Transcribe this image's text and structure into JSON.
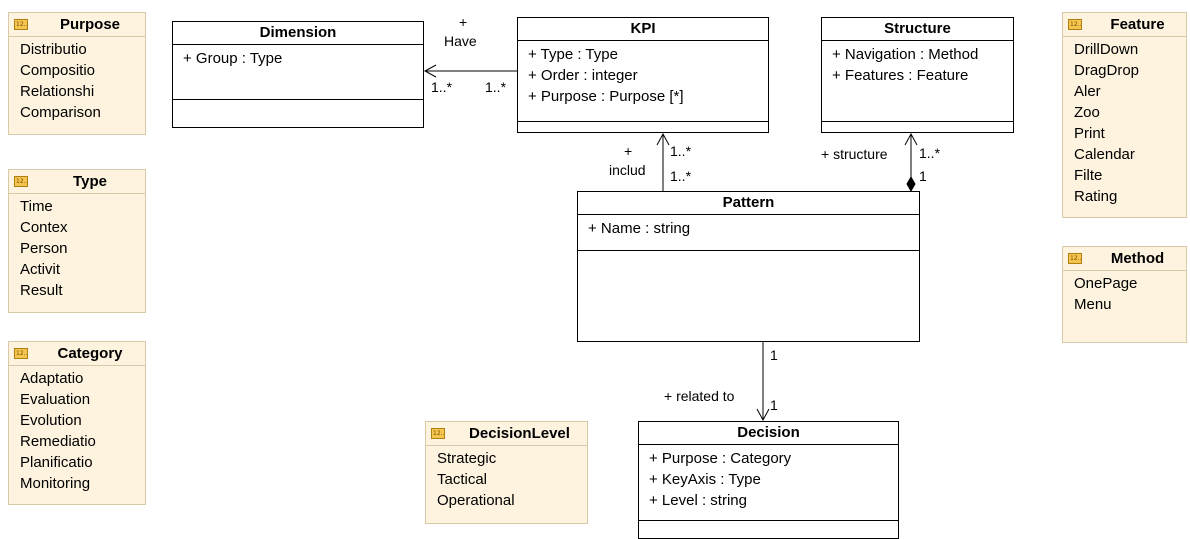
{
  "classes": {
    "dimension": {
      "name": "Dimension",
      "attrs": [
        "+ Group : Type"
      ]
    },
    "kpi": {
      "name": "KPI",
      "attrs": [
        "+ Type : Type",
        "+ Order : integer",
        "+ Purpose : Purpose [*]"
      ]
    },
    "structure": {
      "name": "Structure",
      "attrs": [
        "+ Navigation : Method",
        "+ Features : Feature"
      ]
    },
    "pattern": {
      "name": "Pattern",
      "attrs": [
        "+ Name : string"
      ]
    },
    "decision": {
      "name": "Decision",
      "attrs": [
        "+ Purpose : Category",
        "+ KeyAxis : Type",
        "+ Level : string"
      ]
    }
  },
  "enums": {
    "purpose": {
      "name": "Purpose",
      "literals": [
        "Distributio",
        "Compositio",
        "Relationshi",
        "Comparison"
      ]
    },
    "type": {
      "name": "Type",
      "literals": [
        "Time",
        "Contex",
        "Person",
        "Activit",
        "Result"
      ]
    },
    "category": {
      "name": "Category",
      "literals": [
        "Adaptatio",
        "Evaluation",
        "Evolution",
        "Remediatio",
        "Planificatio",
        "Monitoring"
      ]
    },
    "decisionlevel": {
      "name": "DecisionLevel",
      "literals": [
        "Strategic",
        "Tactical",
        "Operational"
      ]
    },
    "feature": {
      "name": "Feature",
      "literals": [
        "DrillDown",
        "DragDrop",
        "Aler",
        "Zoo",
        "Print",
        "Calendar",
        "Filte",
        "Rating"
      ]
    },
    "method": {
      "name": "Method",
      "literals": [
        "OnePage",
        "Menu"
      ]
    }
  },
  "enum_icon_text": "12...",
  "labels": {
    "have_plus": "+",
    "have_role": "Have",
    "dim_mult": "1..*",
    "kpi_mult": "1..*",
    "includ_plus": "+",
    "includ_role": "includ",
    "kpi_end_mult": "1..*",
    "pattern_end_mult": "1..*",
    "structure_role": "+ structure",
    "structure_end_mult": "1..*",
    "structure_pattern_mult": "1",
    "pattern_decision_mult": "1",
    "related_role": "+ related to",
    "decision_end_mult": "1"
  },
  "colors": {
    "enum_fill": "#fdf3df",
    "enum_border": "#d8c9a8",
    "enum_icon": "#f4c64f",
    "line": "#000000"
  }
}
